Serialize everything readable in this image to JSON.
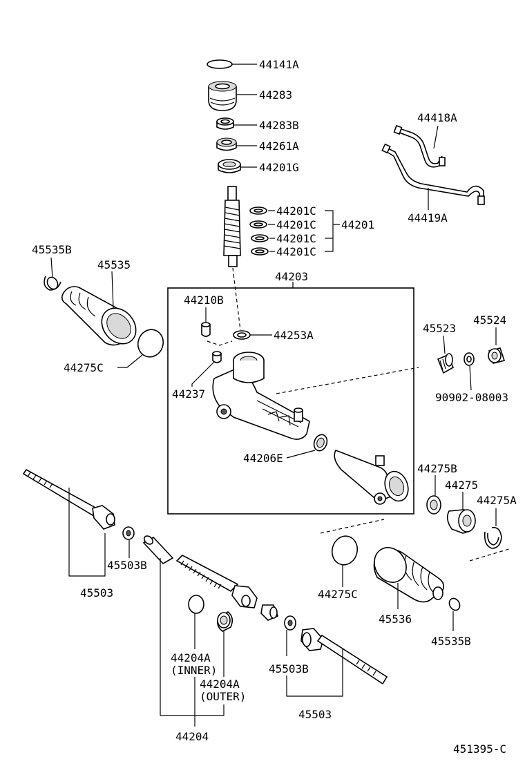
{
  "labels": {
    "p44141A": "44141A",
    "p44283": "44283",
    "p44283B": "44283B",
    "p44261A": "44261A",
    "p44201G": "44201G",
    "p44201C_1": "44201C",
    "p44201C_2": "44201C",
    "p44201C_3": "44201C",
    "p44201C_4": "44201C",
    "p44201": "44201",
    "p44418A": "44418A",
    "p44419A": "44419A",
    "p45535B_top": "45535B",
    "p45535": "45535",
    "p44203": "44203",
    "p44210B": "44210B",
    "p44253A": "44253A",
    "p44275C_top": "44275C",
    "p45523": "45523",
    "p45524": "45524",
    "p44237": "44237",
    "p90902": "90902-08003",
    "p44206E": "44206E",
    "p44275B": "44275B",
    "p44275": "44275",
    "p44275A": "44275A",
    "p45503B_left": "45503B",
    "p45503_left": "45503",
    "p44275C_bottom": "44275C",
    "p45536": "45536",
    "p45535B_bottom": "45535B",
    "p44204A_inner": "44204A",
    "p44204A_inner_note": "(INNER)",
    "p44204A_outer": "44204A",
    "p44204A_outer_note": "(OUTER)",
    "p45503B_right": "45503B",
    "p45503_right": "45503",
    "p44204": "44204",
    "code": "451395-C"
  }
}
